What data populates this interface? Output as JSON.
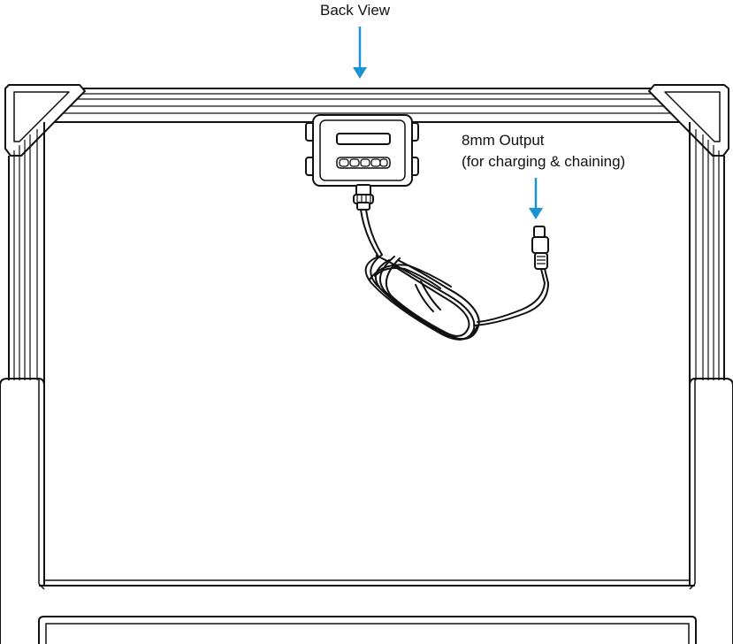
{
  "labels": {
    "back_view": "Back View",
    "output_line1": "8mm Output",
    "output_line2": "(for charging & chaining)"
  },
  "colors": {
    "arrow": "#1a93d6",
    "stroke": "#111111",
    "background": "#ffffff"
  },
  "icons": {
    "back_view_arrow": "arrow-down-icon",
    "output_arrow": "arrow-down-icon"
  }
}
